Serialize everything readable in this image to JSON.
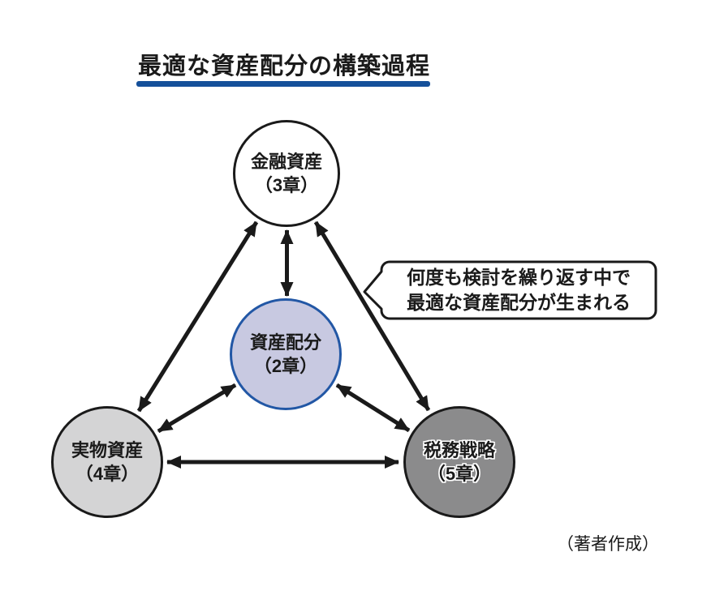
{
  "title": {
    "text": "最適な資産配分の構築過程"
  },
  "nodes": [
    {
      "id": "financial",
      "label": "金融資産",
      "chapter": "（3章）",
      "fill": "#ffffff",
      "border": "#1a1a1a"
    },
    {
      "id": "allocation",
      "label": "資産配分",
      "chapter": "（2章）",
      "fill": "#c8c9e1",
      "border": "#2257a5"
    },
    {
      "id": "real",
      "label": "実物資産",
      "chapter": "（4章）",
      "fill": "#d4d4d5",
      "border": "#1a1a1a"
    },
    {
      "id": "tax",
      "label": "税務戦略",
      "chapter": "（5章）",
      "fill": "#8b8b8c",
      "border": "#1a1a1a"
    }
  ],
  "connections": [
    {
      "from": "financial",
      "to": "allocation",
      "type": "bidirectional"
    },
    {
      "from": "financial",
      "to": "real",
      "type": "bidirectional"
    },
    {
      "from": "financial",
      "to": "tax",
      "type": "bidirectional"
    },
    {
      "from": "allocation",
      "to": "real",
      "type": "bidirectional"
    },
    {
      "from": "allocation",
      "to": "tax",
      "type": "bidirectional"
    },
    {
      "from": "real",
      "to": "tax",
      "type": "bidirectional"
    }
  ],
  "callout": {
    "line1": "何度も検討を繰り返す中で",
    "line2": "最適な資産配分が生まれる"
  },
  "attribution": "（著者作成）",
  "colors": {
    "accent_underline": "#15509a",
    "arrow": "#1a1a1a",
    "allocation_fill": "#c8c9e1",
    "allocation_border": "#2257a5",
    "real_fill": "#d4d4d5",
    "tax_fill": "#8b8b8c"
  }
}
